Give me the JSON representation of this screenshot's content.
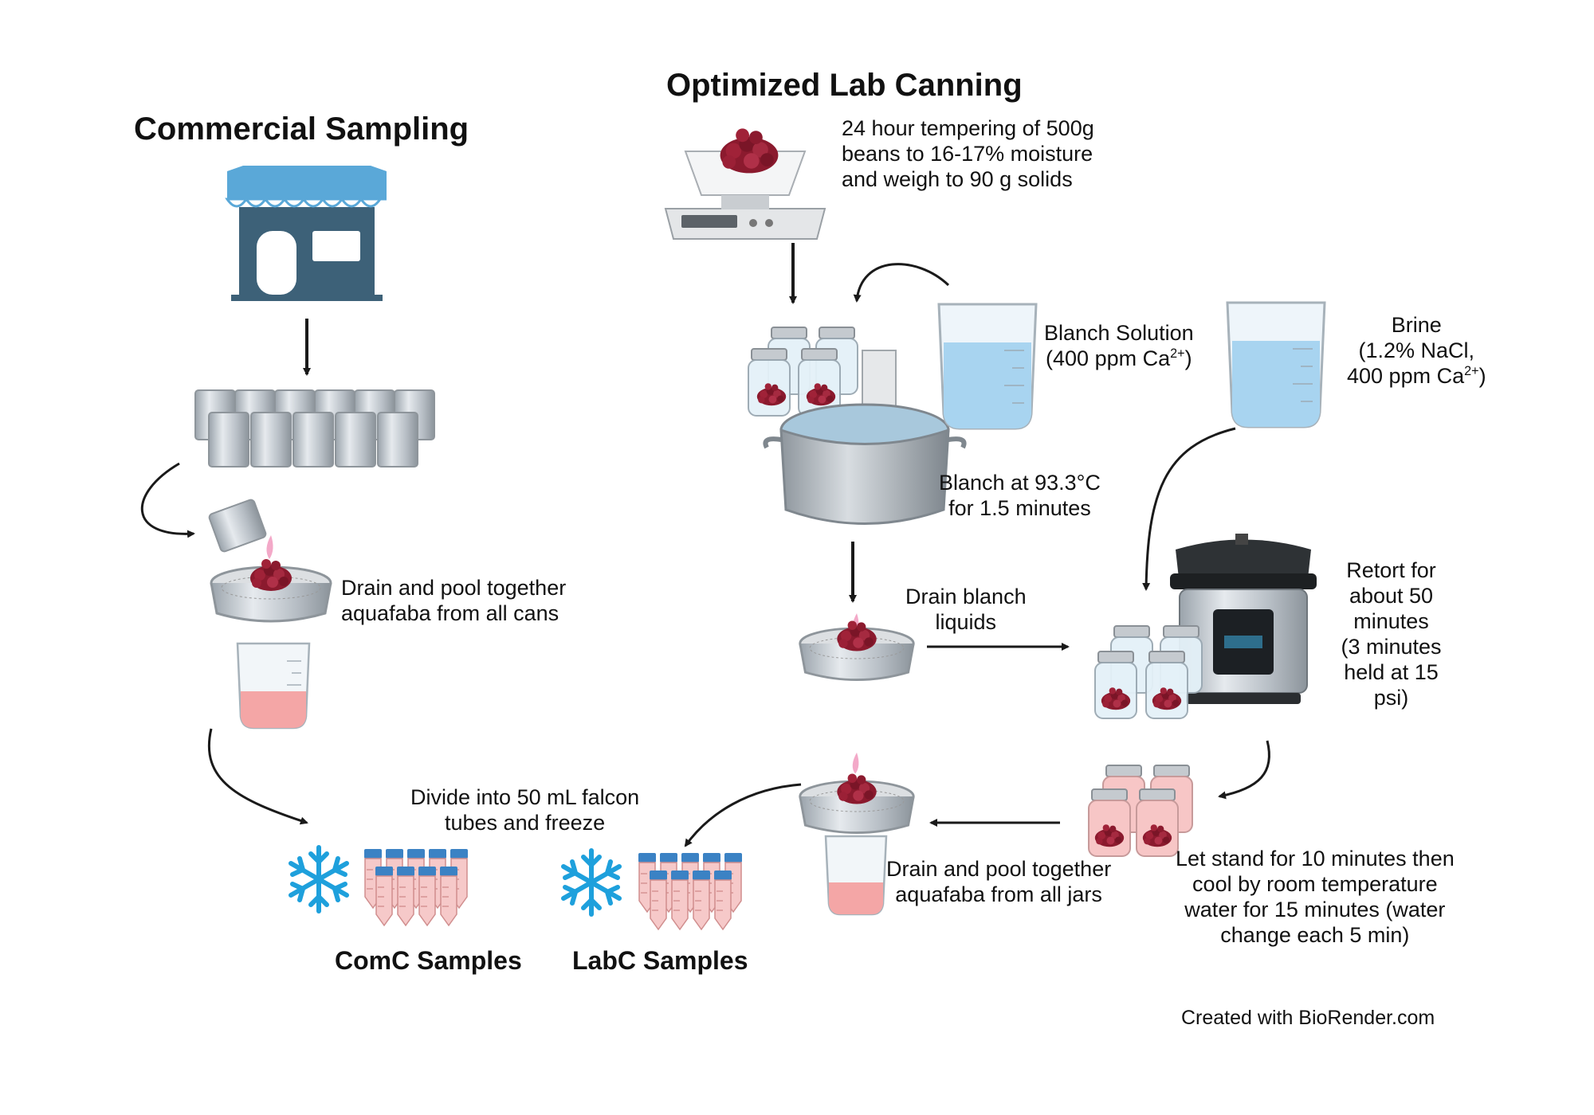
{
  "headings": {
    "commercial": "Commercial Sampling",
    "lab": "Optimized Lab Canning"
  },
  "steps": {
    "tempering": [
      "24 hour tempering of 500g",
      "beans to 16-17% moisture",
      "and weigh to 90 g solids"
    ],
    "blanch_solution": {
      "line1": "Blanch Solution",
      "line2_prefix": "(400 ppm Ca",
      "line2_sup": "2+",
      "line2_suffix": ")"
    },
    "brine": {
      "line1": "Brine",
      "line2": "(1.2% NaCl,",
      "line3_prefix": "400 ppm Ca",
      "line3_sup": "2+",
      "line3_suffix": ")"
    },
    "blanch": [
      "Blanch at 93.3°C",
      "for 1.5 minutes"
    ],
    "drain_blanch": [
      "Drain blanch",
      "liquids"
    ],
    "retort": [
      "Retort for",
      "about 50",
      "minutes",
      "(3 minutes",
      "held at 15",
      "psi)"
    ],
    "drain_cans": [
      "Drain and pool together",
      "aquafaba from all cans"
    ],
    "divide": [
      "Divide into 50 mL falcon",
      "tubes and freeze"
    ],
    "drain_jars": [
      "Drain and pool together",
      "aquafaba from all jars"
    ],
    "let_stand": [
      "Let stand for 10 minutes then",
      "cool by room temperature",
      "water for 15 minutes (water",
      "change each 5 min)"
    ]
  },
  "samples": {
    "comc": "ComC Samples",
    "labc": "LabC Samples"
  },
  "credit": "Created with BioRender.com",
  "colors": {
    "store": "#3d6178",
    "awning": "#5aa8d8",
    "snowflake": "#1ea0dc",
    "tube_cap": "#3b82c4",
    "bean": "#8b1a2e",
    "aquafaba": "#f4a6a6",
    "water": "#a8d4f0"
  },
  "icons": [
    "store-icon",
    "cans-icon",
    "sieve-icon",
    "beaker-icon",
    "scale-icon",
    "jar-icon",
    "pot-icon",
    "pressure-cooker-icon",
    "snowflake-icon",
    "falcon-tube-icon"
  ]
}
